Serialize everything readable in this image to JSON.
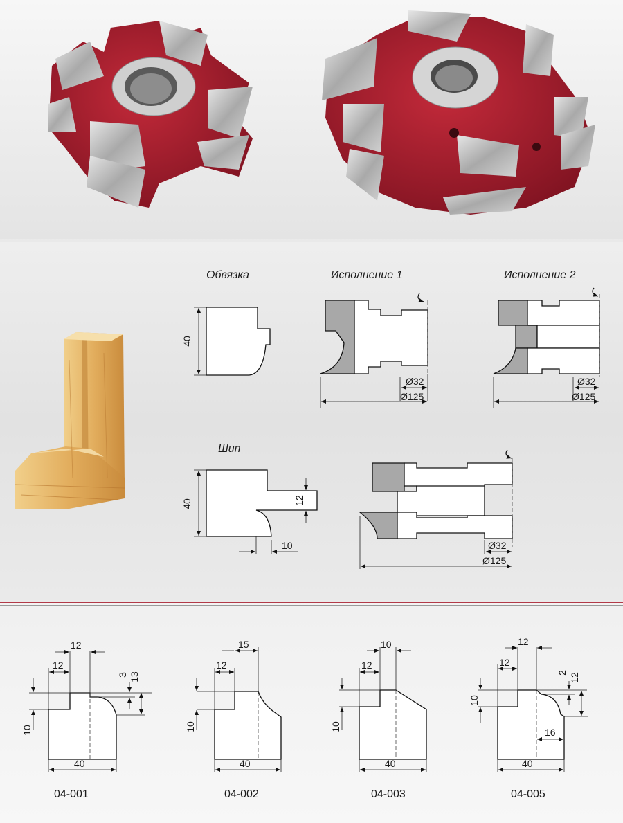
{
  "cutters": [
    {
      "id": "cutter-left",
      "body_color": "#9e1b2a",
      "blade_color": "#c9c9c9"
    },
    {
      "id": "cutter-right",
      "body_color": "#9e1b2a",
      "blade_color": "#c9c9c9"
    }
  ],
  "section_profiles": {
    "obvyazka": {
      "title": "Обвязка",
      "height": "40"
    },
    "ispolnenie1": {
      "title": "Исполнение 1",
      "bore": "Ø32",
      "outer": "Ø125"
    },
    "ispolnenie2": {
      "title": "Исполнение 2",
      "bore": "Ø32",
      "outer": "Ø125"
    },
    "ship": {
      "title": "Шип",
      "height": "40",
      "tenon": "12",
      "offset": "10"
    },
    "ship_cutter": {
      "bore": "Ø32",
      "outer": "Ø125"
    }
  },
  "profiles": [
    {
      "code": "04-001",
      "width": "40",
      "top_a": "12",
      "top_b": "12",
      "left": "10",
      "right_a": "3",
      "right_b": "13"
    },
    {
      "code": "04-002",
      "width": "40",
      "top_a": "15",
      "top_b": "12",
      "left": "10"
    },
    {
      "code": "04-003",
      "width": "40",
      "top_a": "10",
      "top_b": "12",
      "left": "10"
    },
    {
      "code": "04-005",
      "width": "40",
      "top_a": "12",
      "top_b": "12",
      "left": "10",
      "right_a": "2",
      "right_b": "12",
      "inner": "16"
    }
  ],
  "colors": {
    "accent_line": "#b23a48",
    "wood": "#e3b265"
  }
}
